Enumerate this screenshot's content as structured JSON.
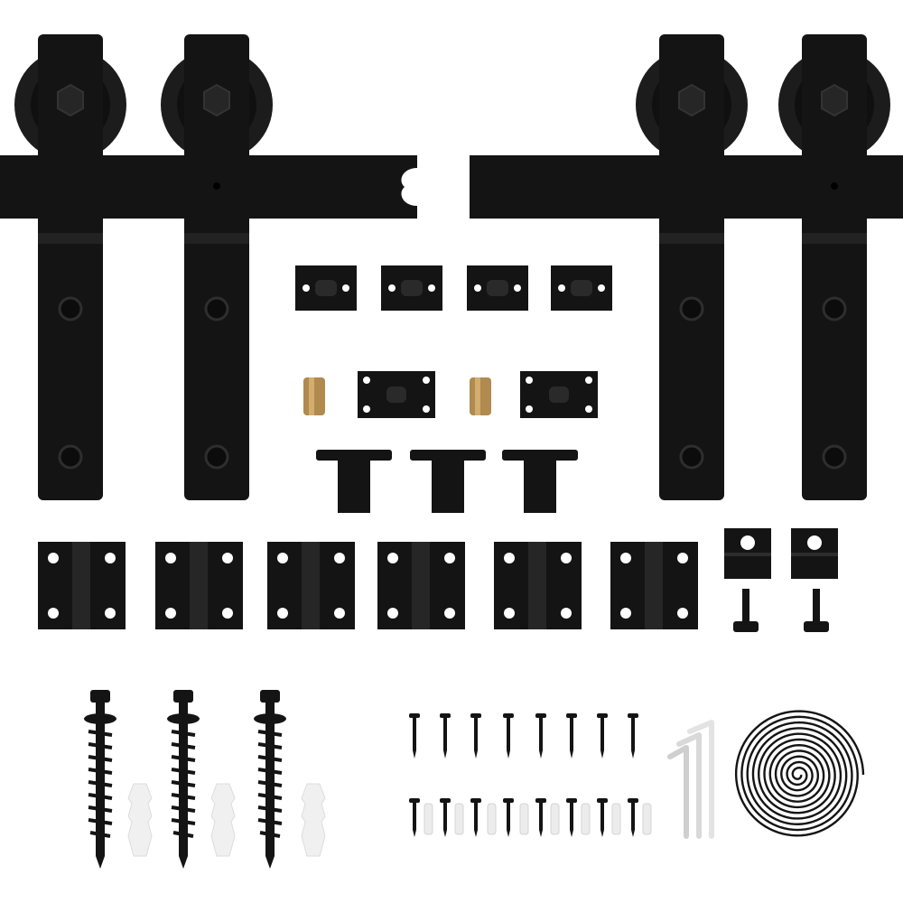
{
  "product": {
    "kind": "sliding barn door hardware kit",
    "colors": {
      "background": "#ffffff",
      "metal": "#141414",
      "metal_edge": "#2a2a2a",
      "hole": "#ffffff",
      "brass": "#b08a4e",
      "anchor": "#f0f0f0",
      "key": "#d8d8d8"
    },
    "components": [
      {
        "name": "track-rail",
        "count": 2
      },
      {
        "name": "roller-hanger",
        "count": 4
      },
      {
        "name": "rail-joint-connector",
        "count": 1
      },
      {
        "name": "wall-spacer-bracket",
        "count": 4
      },
      {
        "name": "anti-jump-block",
        "count": 2
      },
      {
        "name": "brass-spacer",
        "count": 2
      },
      {
        "name": "end-stopper",
        "count": 3
      },
      {
        "name": "door-hinge",
        "count": 6
      },
      {
        "name": "floor-guide",
        "count": 2
      },
      {
        "name": "floor-guide-screw",
        "count": 2
      },
      {
        "name": "lag-bolt",
        "count": 3
      },
      {
        "name": "wall-anchor",
        "count": 3
      },
      {
        "name": "wood-screw",
        "count": 16
      },
      {
        "name": "screw-anchor",
        "count": 8
      },
      {
        "name": "hex-key",
        "count": 3
      },
      {
        "name": "spiral-spring",
        "count": 1
      }
    ]
  }
}
